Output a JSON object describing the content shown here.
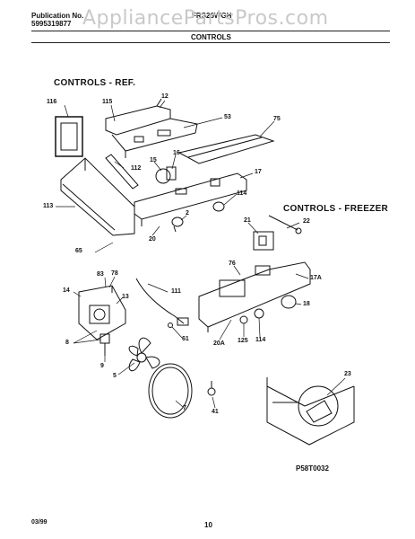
{
  "header": {
    "publication_label": "Publication No.",
    "publication_number": "5995319877",
    "model": "FRS26WGH",
    "title": "CONTROLS"
  },
  "watermark": "AppliancePartsPros.com",
  "sections": {
    "refrigerator": "CONTROLS - REF.",
    "freezer": "CONTROLS - FREEZER"
  },
  "part_labels": [
    "116",
    "115",
    "12",
    "53",
    "75",
    "112",
    "15",
    "16",
    "17",
    "113",
    "114",
    "2",
    "20",
    "65",
    "21",
    "22",
    "76",
    "17A",
    "18",
    "83",
    "78",
    "14",
    "13",
    "111",
    "8",
    "9",
    "5",
    "7",
    "41",
    "61",
    "20A",
    "125",
    "114",
    "23"
  ],
  "footer": {
    "drawing_id": "P58T0032",
    "date": "03/99",
    "page": "10"
  }
}
